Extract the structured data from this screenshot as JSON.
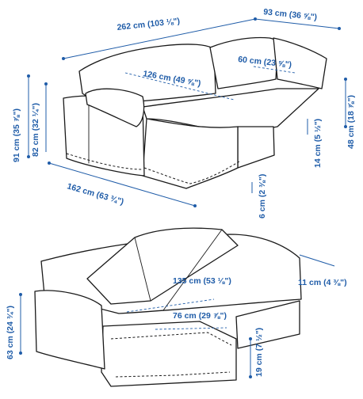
{
  "colors": {
    "dimension": "#1f5ca8",
    "outline": "#1a1a1a",
    "background": "#ffffff"
  },
  "top_view": {
    "overall_width": "262 cm (103 ⅛\")",
    "chaise_width": "93 cm (36 ⅝\")",
    "chaise_seat_width": "60 cm (23 ⅝\")",
    "seat_width": "126 cm (49 ⅝\")",
    "back_height": "91 cm (35 ⅞\")",
    "arm_height": "82 cm (32 ¼\")",
    "chaise_back_height": "48 cm (18 ⅞\")",
    "seat_height": "14 cm (5 ½\")",
    "depth": "162 cm (63 ¾\")",
    "leg_height": "6 cm (2 ⅜\")"
  },
  "bottom_view": {
    "storage_width": "135 cm (53 ⅛\")",
    "arm_width": "11 cm (4 ⅜\")",
    "storage_depth": "76 cm (29 ⅞\")",
    "front_height": "63 cm (24 ¾\")",
    "storage_height": "19 cm (7 ½\")"
  }
}
